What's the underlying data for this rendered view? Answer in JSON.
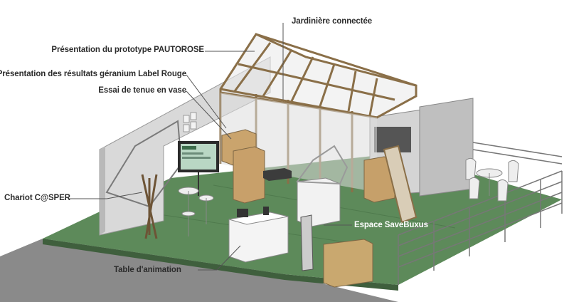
{
  "labels": {
    "jardiniere": "Jardinière connectée",
    "pautorose": "Présentation du prototype PAUTOROSE",
    "geranium": "Présentation des résultats géranium Label Rouge",
    "vase": "Essai de tenue en vase",
    "chariot": "Chariot C@SPER",
    "savebuxus": "Espace SaveBuxus",
    "table": "Table d'animation"
  },
  "colors": {
    "floor": "#5d8a5a",
    "floor_dark": "#4f7a4d",
    "wood": "#a88a5f",
    "wood_dark": "#7d6644",
    "wall": "#d9d9d9",
    "wall_dark": "#b9b9b9",
    "ground": "#8a8a8a",
    "leader": "#555555"
  }
}
